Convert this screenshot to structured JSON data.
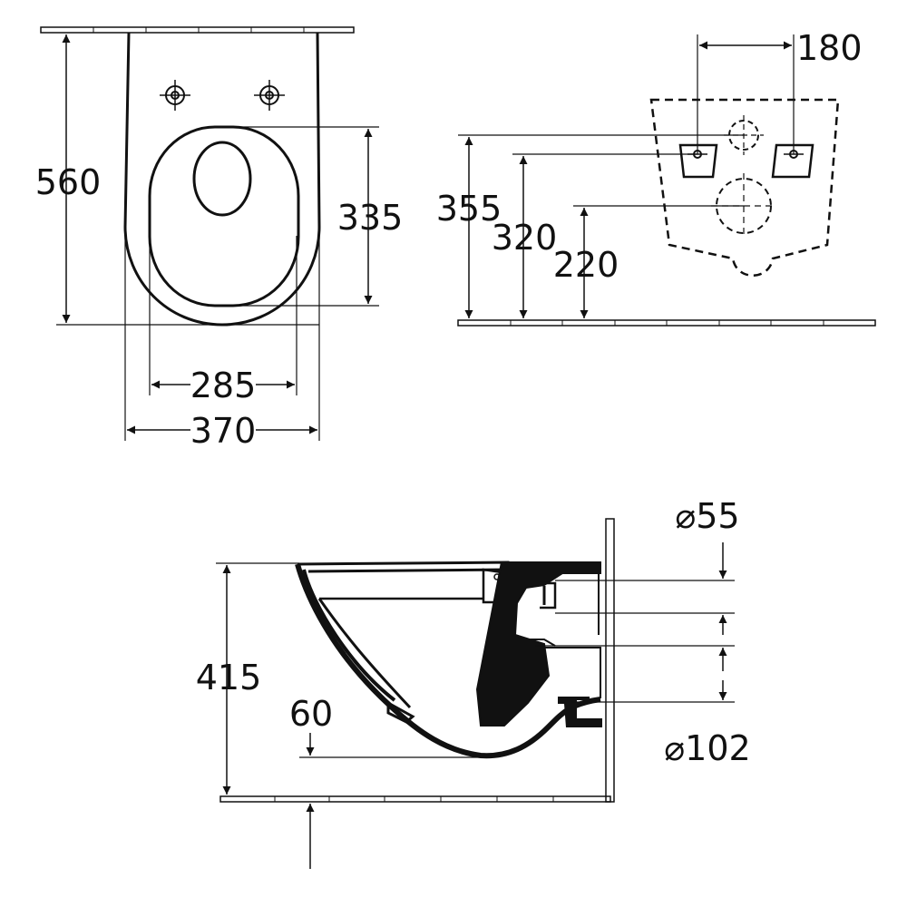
{
  "colors": {
    "ink": "#111111",
    "background": "#ffffff",
    "fill_dark": "#111111"
  },
  "top_view": {
    "dimensions": {
      "length": "560",
      "seat_opening_length": "335",
      "seat_opening_width": "285",
      "overall_width": "370"
    }
  },
  "rear_view": {
    "dimensions": {
      "fixing_distance": "180",
      "height_total": "355",
      "height_fixings": "320",
      "height_outlet": "220"
    }
  },
  "side_view": {
    "dimensions": {
      "inlet_diameter": "⌀55",
      "outlet_diameter": "⌀102",
      "height": "415",
      "floor_clearance": "60"
    }
  }
}
